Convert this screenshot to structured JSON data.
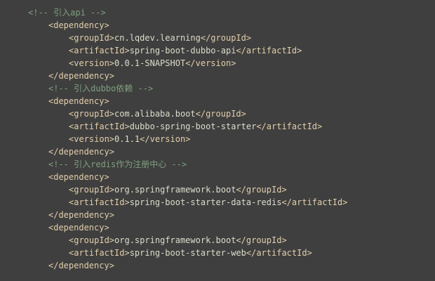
{
  "colors": {
    "background": "#3f3f3f",
    "tag": "#e3ceab",
    "comment": "#7f9f7f",
    "text": "#dcdccc"
  },
  "code": {
    "c1": "<!-- 引入api -->",
    "d1_open": "<dependency>",
    "d1_g_open": "<groupId>",
    "d1_g_val": "cn.lqdev.learning",
    "d1_g_close": "</groupId>",
    "d1_a_open": "<artifactId>",
    "d1_a_val": "spring-boot-dubbo-api",
    "d1_a_close": "</artifactId>",
    "d1_v_open": "<version>",
    "d1_v_val": "0.0.1-SNAPSHOT",
    "d1_v_close": "</version>",
    "d1_close": "</dependency>",
    "c2": "<!-- 引入dubbo依赖 -->",
    "d2_open": "<dependency>",
    "d2_g_open": "<groupId>",
    "d2_g_val": "com.alibaba.boot",
    "d2_g_close": "</groupId>",
    "d2_a_open": "<artifactId>",
    "d2_a_val": "dubbo-spring-boot-starter",
    "d2_a_close": "</artifactId>",
    "d2_v_open": "<version>",
    "d2_v_val": "0.1.1",
    "d2_v_close": "</version>",
    "d2_close": "</dependency>",
    "c3": "<!-- 引入redis作为注册中心 -->",
    "d3_open": "<dependency>",
    "d3_g_open": "<groupId>",
    "d3_g_val": "org.springframework.boot",
    "d3_g_close": "</groupId>",
    "d3_a_open": "<artifactId>",
    "d3_a_val": "spring-boot-starter-data-redis",
    "d3_a_close": "</artifactId>",
    "d3_close": "</dependency>",
    "d4_open": "<dependency>",
    "d4_g_open": "<groupId>",
    "d4_g_val": "org.springframework.boot",
    "d4_g_close": "</groupId>",
    "d4_a_open": "<artifactId>",
    "d4_a_val": "spring-boot-starter-web",
    "d4_a_close": "</artifactId>",
    "d4_close": "</dependency>"
  }
}
